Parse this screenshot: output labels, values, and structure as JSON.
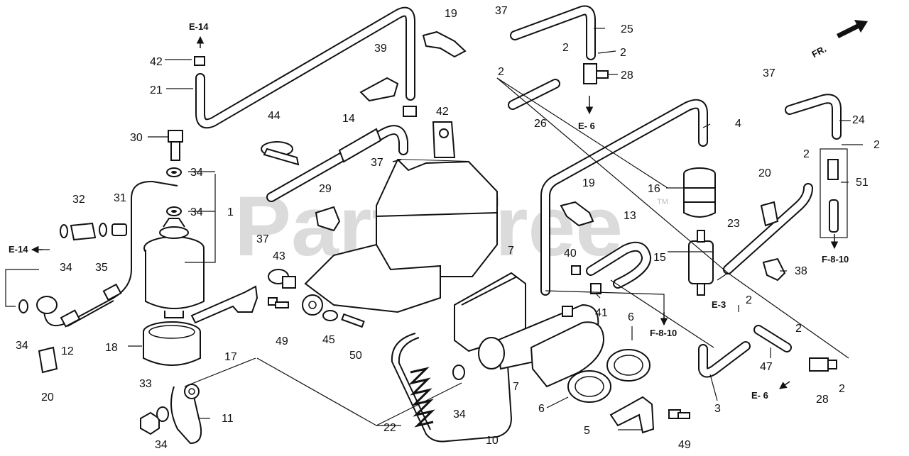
{
  "watermark": "PartsTree",
  "watermark_tm": "TM",
  "direction_label": "FR.",
  "refs": {
    "e14_top": "E-14",
    "e14_left": "E-14",
    "e6_mid": "E- 6",
    "e6_right": "E- 6",
    "e3": "E-3",
    "f810_mid": "F-8-10",
    "f810_right": "F-8-10"
  },
  "callouts": [
    {
      "id": "c1",
      "text": "1"
    },
    {
      "id": "c2a",
      "text": "2"
    },
    {
      "id": "c2b",
      "text": "2"
    },
    {
      "id": "c2c",
      "text": "2"
    },
    {
      "id": "c2d",
      "text": "2"
    },
    {
      "id": "c2e",
      "text": "2"
    },
    {
      "id": "c2f",
      "text": "2"
    },
    {
      "id": "c2g",
      "text": "2"
    },
    {
      "id": "c2h",
      "text": "2"
    },
    {
      "id": "c3",
      "text": "3"
    },
    {
      "id": "c4",
      "text": "4"
    },
    {
      "id": "c5",
      "text": "5"
    },
    {
      "id": "c6a",
      "text": "6"
    },
    {
      "id": "c6b",
      "text": "6"
    },
    {
      "id": "c7a",
      "text": "7"
    },
    {
      "id": "c7b",
      "text": "7"
    },
    {
      "id": "c10",
      "text": "10"
    },
    {
      "id": "c11",
      "text": "11"
    },
    {
      "id": "c12",
      "text": "12"
    },
    {
      "id": "c13",
      "text": "13"
    },
    {
      "id": "c14",
      "text": "14"
    },
    {
      "id": "c15",
      "text": "15"
    },
    {
      "id": "c16",
      "text": "16"
    },
    {
      "id": "c17",
      "text": "17"
    },
    {
      "id": "c18",
      "text": "18"
    },
    {
      "id": "c19a",
      "text": "19"
    },
    {
      "id": "c19b",
      "text": "19"
    },
    {
      "id": "c20a",
      "text": "20"
    },
    {
      "id": "c20b",
      "text": "20"
    },
    {
      "id": "c21",
      "text": "21"
    },
    {
      "id": "c22",
      "text": "22"
    },
    {
      "id": "c23",
      "text": "23"
    },
    {
      "id": "c24",
      "text": "24"
    },
    {
      "id": "c25",
      "text": "25"
    },
    {
      "id": "c26",
      "text": "26"
    },
    {
      "id": "c28a",
      "text": "28"
    },
    {
      "id": "c28b",
      "text": "28"
    },
    {
      "id": "c29",
      "text": "29"
    },
    {
      "id": "c30",
      "text": "30"
    },
    {
      "id": "c31",
      "text": "31"
    },
    {
      "id": "c32",
      "text": "32"
    },
    {
      "id": "c33",
      "text": "33"
    },
    {
      "id": "c34a",
      "text": "34"
    },
    {
      "id": "c34b",
      "text": "34"
    },
    {
      "id": "c34c",
      "text": "34"
    },
    {
      "id": "c34d",
      "text": "34"
    },
    {
      "id": "c34e",
      "text": "34"
    },
    {
      "id": "c34f",
      "text": "34"
    },
    {
      "id": "c35",
      "text": "35"
    },
    {
      "id": "c37a",
      "text": "37"
    },
    {
      "id": "c37b",
      "text": "37"
    },
    {
      "id": "c37c",
      "text": "37"
    },
    {
      "id": "c37d",
      "text": "37"
    },
    {
      "id": "c38",
      "text": "38"
    },
    {
      "id": "c39",
      "text": "39"
    },
    {
      "id": "c40",
      "text": "40"
    },
    {
      "id": "c41",
      "text": "41"
    },
    {
      "id": "c42a",
      "text": "42"
    },
    {
      "id": "c42b",
      "text": "42"
    },
    {
      "id": "c43",
      "text": "43"
    },
    {
      "id": "c44",
      "text": "44"
    },
    {
      "id": "c45",
      "text": "45"
    },
    {
      "id": "c47",
      "text": "47"
    },
    {
      "id": "c49a",
      "text": "49"
    },
    {
      "id": "c49b",
      "text": "49"
    },
    {
      "id": "c50",
      "text": "50"
    },
    {
      "id": "c51",
      "text": "51"
    }
  ]
}
